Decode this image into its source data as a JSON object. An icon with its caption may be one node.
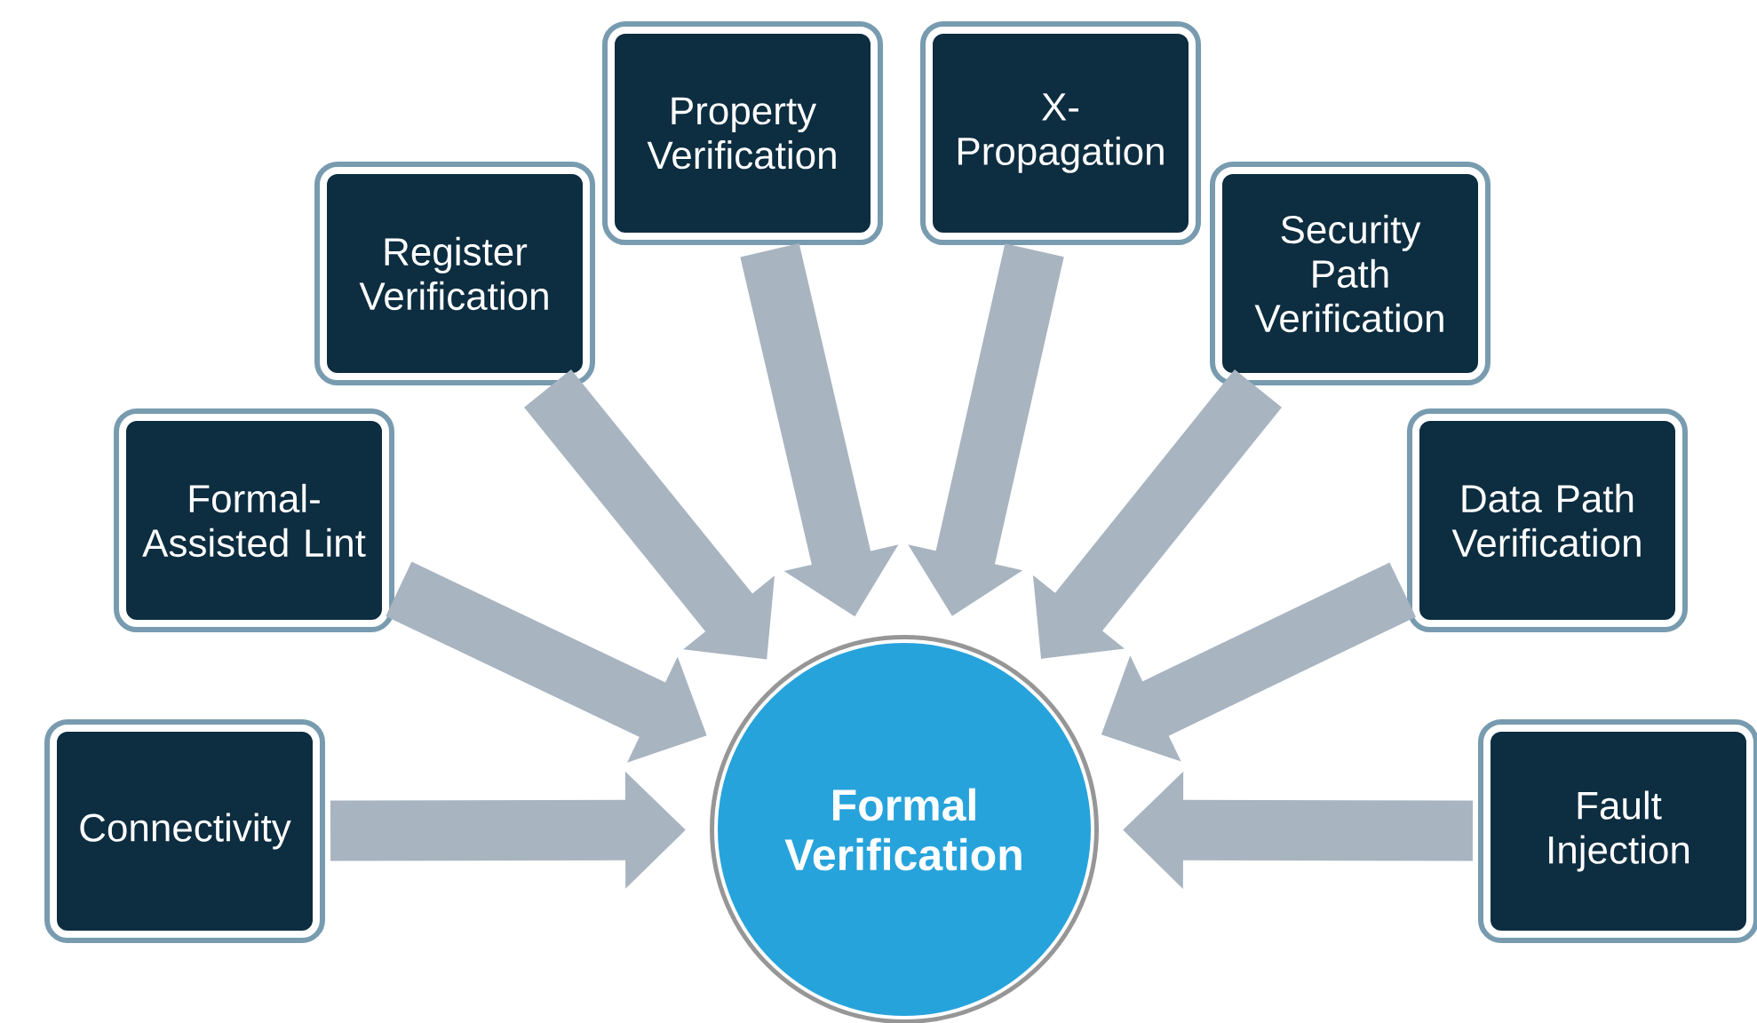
{
  "diagram": {
    "nodes": [
      {
        "text": [
          "Connectivity"
        ]
      },
      {
        "text": [
          "Formal-Assisted Lint"
        ]
      },
      {
        "text": [
          "Register Verification"
        ]
      },
      {
        "text": [
          "Property Verification"
        ]
      },
      {
        "text": [
          "X-Propagation"
        ]
      },
      {
        "text": [
          "Security Path Verification"
        ]
      },
      {
        "text": [
          "Data Path Verification"
        ]
      },
      {
        "text": [
          "Fault Injection"
        ]
      },
      {
        "text": [
          "Formal Verification"
        ]
      }
    ],
    "edges": [
      {
        "from": 0,
        "to": 8,
        "arrow": "to"
      },
      {
        "from": 1,
        "to": 8,
        "arrow": "to"
      },
      {
        "from": 2,
        "to": 8,
        "arrow": "to"
      },
      {
        "from": 3,
        "to": 8,
        "arrow": "to"
      },
      {
        "from": 4,
        "to": 8,
        "arrow": "to"
      },
      {
        "from": 5,
        "to": 8,
        "arrow": "to"
      },
      {
        "from": 6,
        "to": 8,
        "arrow": "to"
      },
      {
        "from": 7,
        "to": 8,
        "arrow": "to"
      }
    ]
  }
}
